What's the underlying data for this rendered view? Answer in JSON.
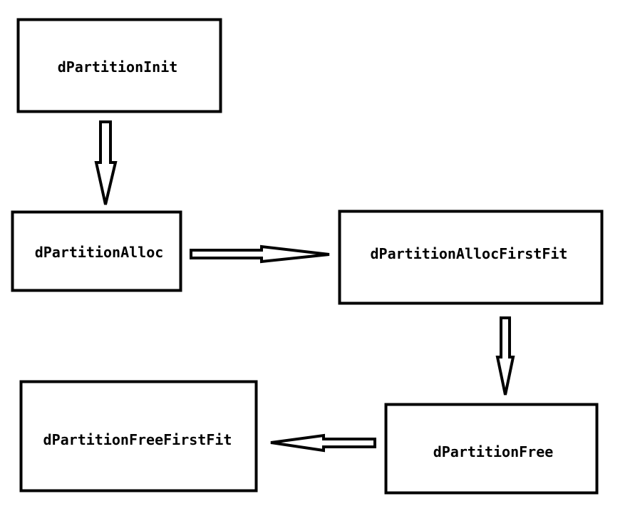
{
  "diagram": {
    "nodes": [
      {
        "id": "init",
        "label": "dPartitionInit"
      },
      {
        "id": "alloc",
        "label": "dPartitionAlloc"
      },
      {
        "id": "alloc_first_fit",
        "label": "dPartitionAllocFirstFit"
      },
      {
        "id": "free",
        "label": "dPartitionFree"
      },
      {
        "id": "free_first_fit",
        "label": "dPartitionFreeFirstFit"
      }
    ],
    "edges": [
      {
        "from": "init",
        "to": "alloc"
      },
      {
        "from": "alloc",
        "to": "alloc_first_fit"
      },
      {
        "from": "alloc_first_fit",
        "to": "free"
      },
      {
        "from": "free",
        "to": "free_first_fit"
      }
    ],
    "colors": {
      "stroke": "#000000",
      "background": "#ffffff"
    }
  }
}
